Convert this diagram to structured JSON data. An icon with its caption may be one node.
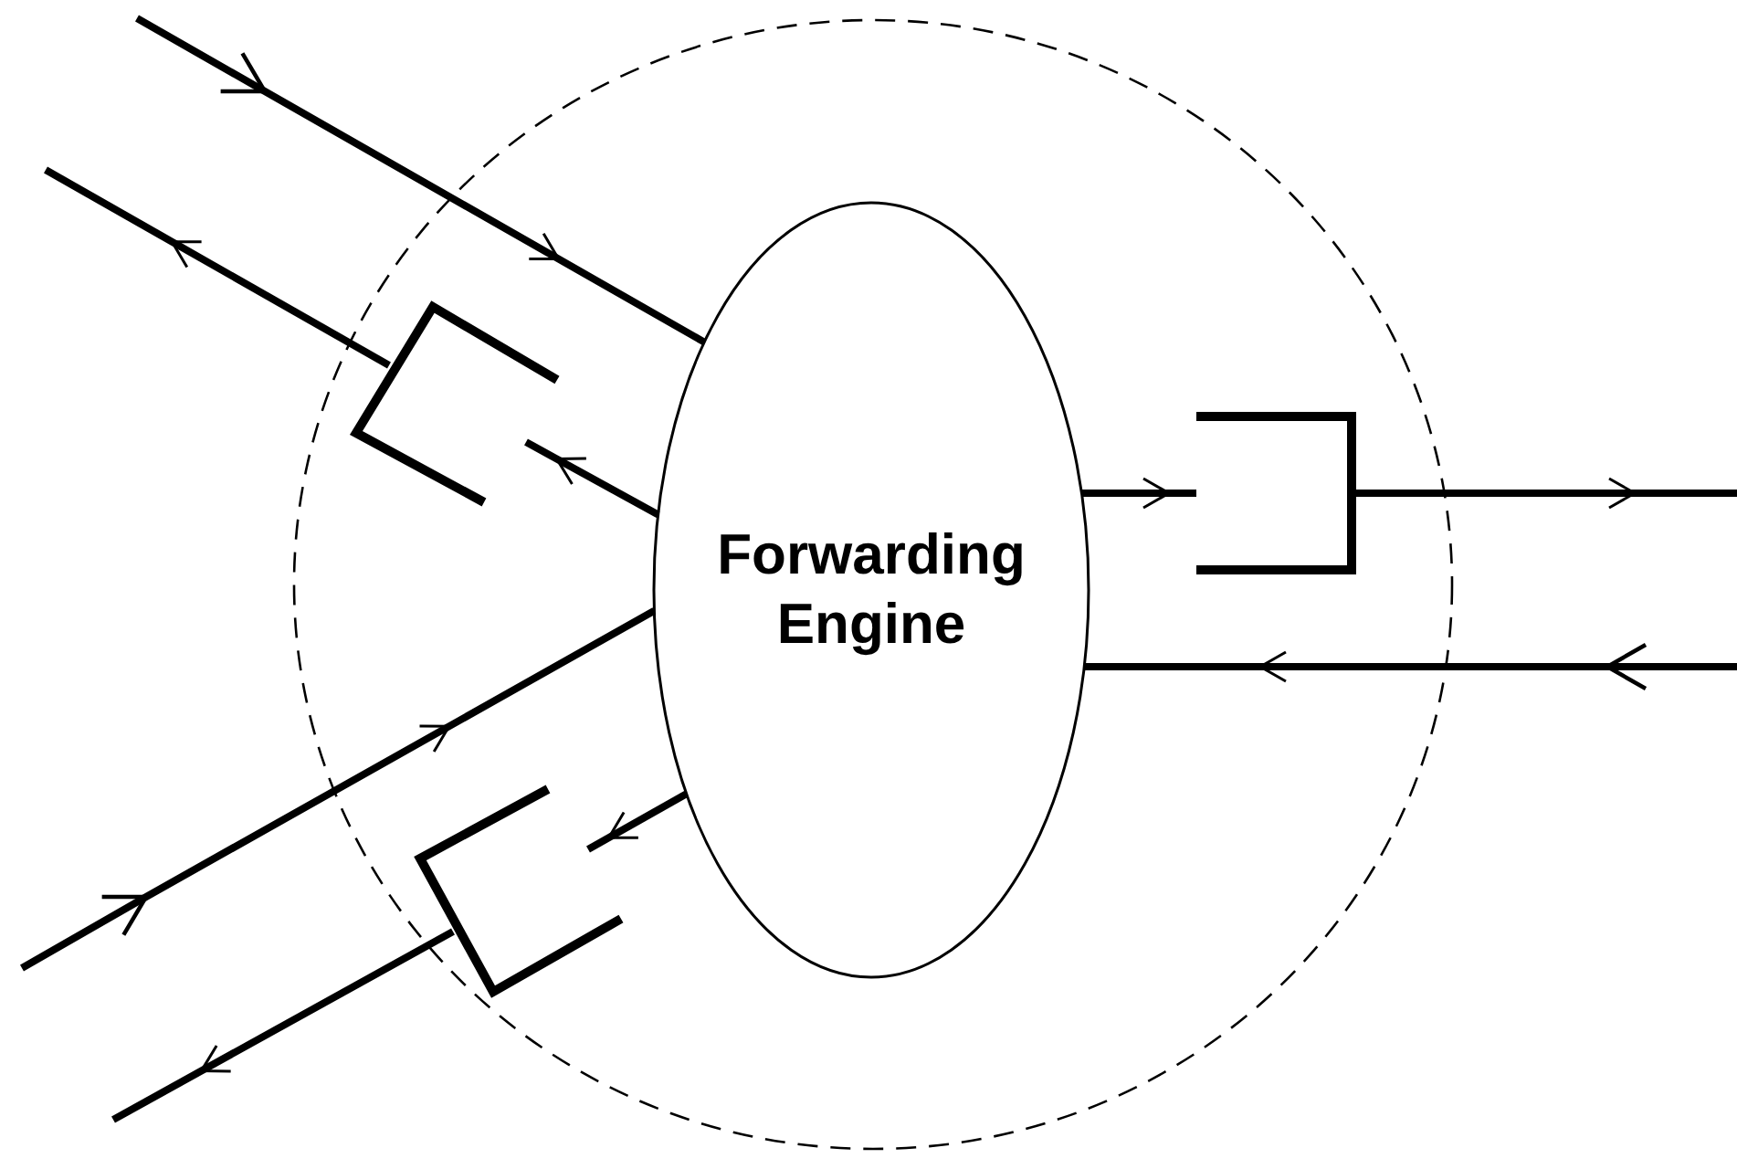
{
  "diagram": {
    "nodes": [
      {
        "text": [],
        "shape": "circle"
      },
      {
        "text": [
          "Forwarding Engine"
        ],
        "in": 0
      },
      {
        "text": [],
        "shape": "bracket",
        "in": 0
      },
      {
        "text": [],
        "shape": "bracket",
        "in": 0
      },
      {
        "text": [],
        "shape": "bracket",
        "in": 0
      }
    ],
    "edges": [
      {
        "from": null,
        "to": 1,
        "arrow": "to"
      },
      {
        "from": 2,
        "to": null,
        "arrow": "to"
      },
      {
        "from": 1,
        "to": 2,
        "arrow": "to"
      },
      {
        "from": 1,
        "to": 3,
        "arrow": "to"
      },
      {
        "from": 3,
        "to": null,
        "arrow": "to"
      },
      {
        "from": null,
        "to": 1,
        "arrow": "to"
      },
      {
        "from": null,
        "to": 1,
        "arrow": "to"
      },
      {
        "from": 1,
        "to": 4,
        "arrow": "to"
      },
      {
        "from": 4,
        "to": null,
        "arrow": "to"
      }
    ]
  }
}
